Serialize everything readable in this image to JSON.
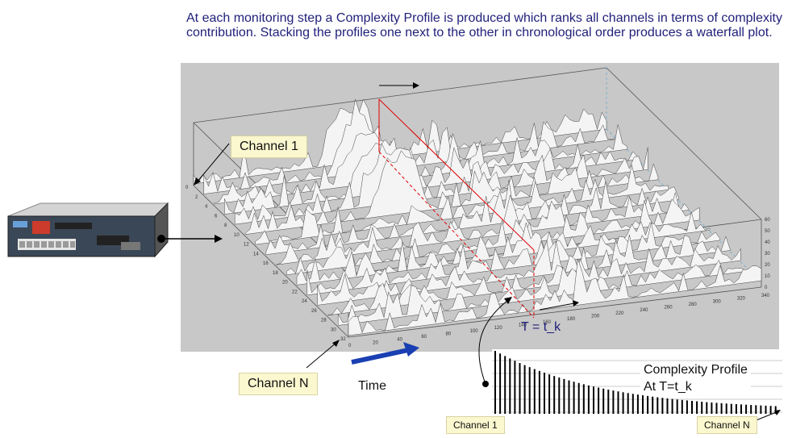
{
  "caption": "At each monitoring step a Complexity Profile is produced which ranks all channels in terms of complexity contribution. Stacking the profiles one next to the other in chronological order produces a waterfall plot.",
  "labels": {
    "channel_1": "Channel 1",
    "channel_n": "Channel N",
    "time": "Time",
    "t_marker": "T = t_k",
    "profile_title": "Complexity Profile",
    "profile_subtitle": "At T=t_k",
    "profile_channel_1": "Channel 1",
    "profile_channel_n": "Channel N"
  },
  "axes": {
    "x_ticks": [
      "0",
      "20",
      "40",
      "60",
      "80",
      "100",
      "120",
      "140",
      "160",
      "180",
      "200",
      "220",
      "240",
      "260",
      "280",
      "300",
      "320",
      "340"
    ],
    "y_ticks": [
      "0",
      "2",
      "4",
      "6",
      "8",
      "10",
      "12",
      "14",
      "16",
      "18",
      "20",
      "22",
      "24",
      "26",
      "28",
      "30",
      "32"
    ],
    "z_ticks": [
      "0",
      "10",
      "20",
      "30",
      "40",
      "50",
      "60"
    ]
  },
  "colors": {
    "caption_text": "#1f1f7a",
    "panel_bg": "#c8c8c8",
    "time_arrow": "#1a3fb3",
    "marker_red": "#e00000",
    "label_bg": "#fbf7cf"
  }
}
